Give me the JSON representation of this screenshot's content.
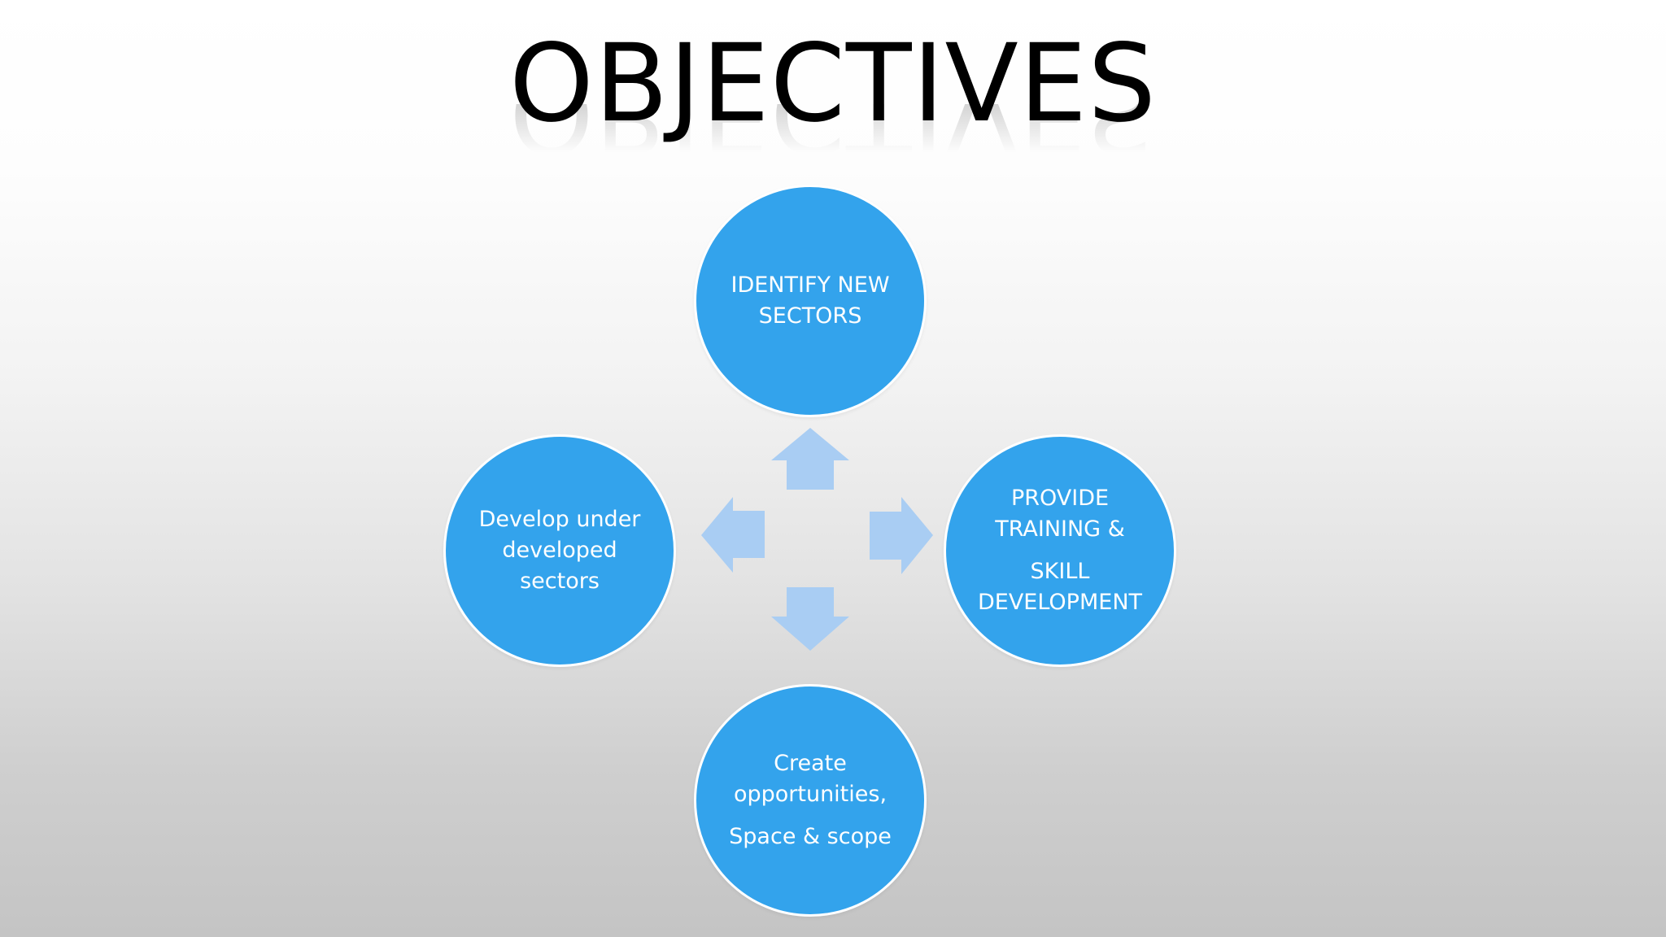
{
  "title": "OBJECTIVES",
  "colors": {
    "node_fill": "#33a3ec",
    "node_text": "#ffffff",
    "arrow_fill": "#a9cdf3",
    "title_text": "#000000"
  },
  "nodes": {
    "top": {
      "lines": [
        "IDENTIFY NEW",
        "SECTORS"
      ]
    },
    "right": {
      "lines": [
        "PROVIDE",
        "TRAINING &",
        "SKILL",
        "DEVELOPMENT"
      ]
    },
    "bottom": {
      "lines": [
        "Create",
        "opportunities,",
        "Space & scope"
      ]
    },
    "left": {
      "lines": [
        "Develop under",
        "developed",
        "sectors"
      ]
    }
  },
  "arrows": [
    {
      "direction": "up",
      "icon": "arrow-up-icon"
    },
    {
      "direction": "right",
      "icon": "arrow-right-icon"
    },
    {
      "direction": "down",
      "icon": "arrow-down-icon"
    },
    {
      "direction": "left",
      "icon": "arrow-left-icon"
    }
  ]
}
